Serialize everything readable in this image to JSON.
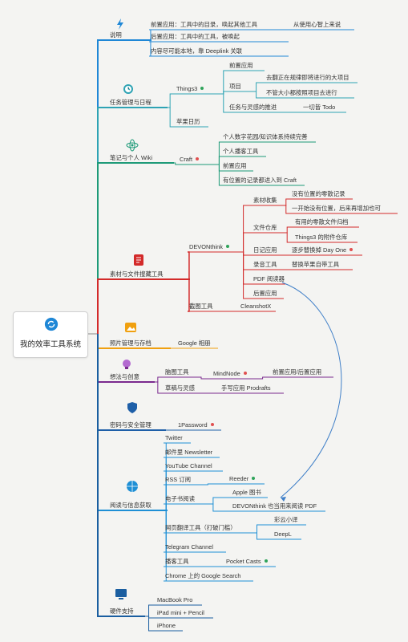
{
  "root": {
    "title": "我的效率工具系统"
  },
  "branches": {
    "intro": {
      "title": "说明",
      "color": "#1f87d6",
      "items": [
        "前置应用：工具中的目录，唤起其他工具",
        "后置应用：工具中的工具，被唤起",
        "内容尽可能本地，靠 Deeplink 关联"
      ],
      "note": "从使用心智上来说"
    },
    "task": {
      "title": "任务管理与日程",
      "color": "#2ea3b4",
      "things": "Things3",
      "calendar": "苹果日历",
      "sub": [
        "前置应用",
        "项目",
        "任务与灵感的推进"
      ],
      "project_items": [
        "去翻正在规律即将进行的大项目",
        "不管大小都按照项目去进行"
      ],
      "todo": "一切皆 Todo"
    },
    "wiki": {
      "title": "笔记与个人 Wiki",
      "color": "#1d9a78",
      "craft": "Craft",
      "items": [
        "个人数字花园/知识体系持续完善",
        "个人播客工具",
        "前置应用",
        "有位置的记录都进入到 Craft"
      ]
    },
    "files": {
      "title": "素材与文件搜藏工具",
      "color": "#d32a2a",
      "devon": "DEVONthink",
      "shot": "截图工具",
      "cleanshot": "CleanshotX",
      "sub": [
        "素材收集",
        "文件仓库",
        "日记应用",
        "录音工具",
        "PDF 阅读器",
        "后置应用"
      ],
      "material": [
        "没有位置的零散记录",
        "一开始没有位置，后来再增加也可"
      ],
      "repo": [
        "有用的零散文件归档",
        "Things3 的附件仓库"
      ],
      "diary": "逐步替换掉 Day One",
      "record": "替换苹果自带工具"
    },
    "photo": {
      "title": "照片管理与存档",
      "color": "#f0a010",
      "google": "Google 相册"
    },
    "idea": {
      "title": "想法与创意",
      "color": "#7a2a8e",
      "sub": [
        "脑图工具",
        "草稿与灵感"
      ],
      "mindnode": "MindNode",
      "mindnode_note": "前置应用/后置应用",
      "drafts": "手写应用 Prodrafts"
    },
    "security": {
      "title": "密码与安全管理",
      "color": "#1e5fa8",
      "app": "1Password"
    },
    "reading": {
      "title": "阅读与信息获取",
      "color": "#1e8fd5",
      "items": [
        "Twitter",
        "邮件里 Newsletter",
        "YouTube Channel",
        "RSS 订阅",
        "电子书阅读",
        "网页翻译工具（打破门槛）",
        "Telegram Channel",
        "播客工具",
        "Chrome 上的 Google Search"
      ],
      "reeder": "Reeder",
      "books": [
        "Apple 图书",
        "DEVONthink 也当用来阅读 PDF"
      ],
      "translate": [
        "彩云小译",
        "DeepL"
      ],
      "pocketcasts": "Pocket Casts"
    },
    "hardware": {
      "title": "硬件支持",
      "color": "#1a5ea0",
      "items": [
        "MacBook Pro",
        "iPad mini + Pencil",
        "iPhone"
      ]
    }
  },
  "colors": {
    "green": "#2ea35a",
    "red": "#e05050",
    "intro": "#1f87d6",
    "task": "#2ea3b4",
    "wiki": "#1d9a78",
    "files": "#d32a2a",
    "photo": "#f0a010",
    "idea": "#7a2a8e",
    "security": "#1e5fa8",
    "reading": "#1e8fd5",
    "hardware": "#1a5ea0"
  }
}
